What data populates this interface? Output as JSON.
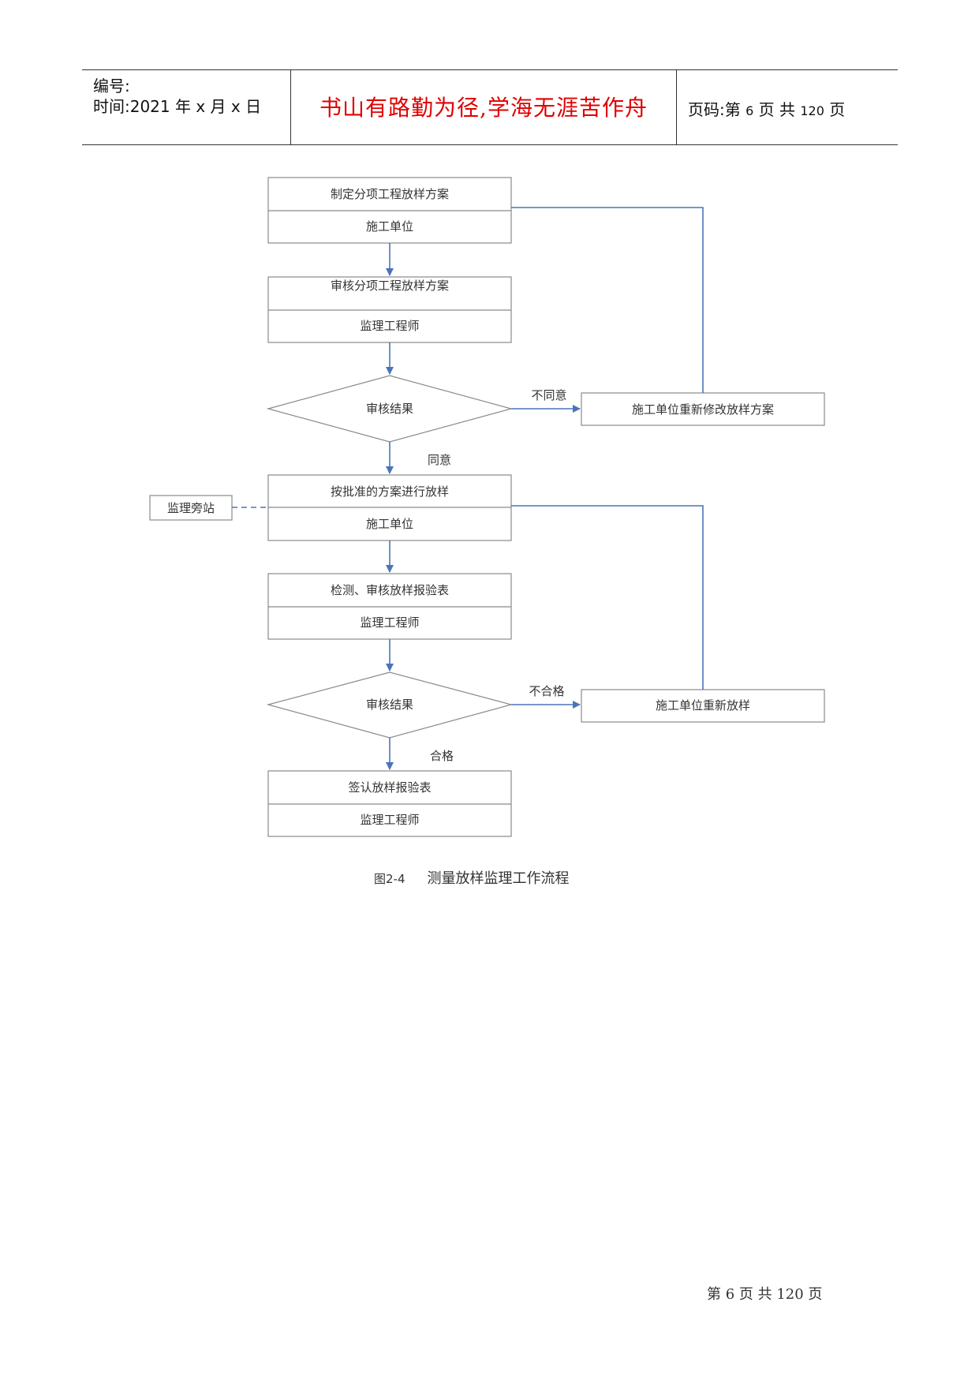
{
  "header": {
    "number_label": "编号:",
    "time_label": "时间:2021 年 x 月 x 日",
    "motto": "书山有路勤为径,学海无涯苦作舟",
    "page_prefix": "页码:第",
    "page_current": "6",
    "page_mid": "页  共",
    "page_total": "120",
    "page_suffix": "页"
  },
  "flowchart": {
    "step1": {
      "title": "制定分项工程放样方案",
      "role": "施工单位"
    },
    "step2": {
      "title": "审核分项工程放样方案",
      "role": "监理工程师"
    },
    "decision1": {
      "label": "审核结果",
      "reject_label": "不同意",
      "accept_label": "同意"
    },
    "revise1": "施工单位重新修改放样方案",
    "side_note": "监理旁站",
    "step3": {
      "title": "按批准的方案进行放样",
      "role": "施工单位"
    },
    "step4": {
      "title": "检测、审核放样报验表",
      "role": "监理工程师"
    },
    "decision2": {
      "label": "审核结果",
      "reject_label": "不合格",
      "accept_label": "合格"
    },
    "revise2": "施工单位重新放样",
    "step5": {
      "title": "签认放样报验表",
      "role": "监理工程师"
    },
    "connector_color": "#4a74b8"
  },
  "caption": {
    "id": "图2-4",
    "text": "测量放样监理工作流程"
  },
  "footer": {
    "text": "第 6 页 共 120 页"
  }
}
